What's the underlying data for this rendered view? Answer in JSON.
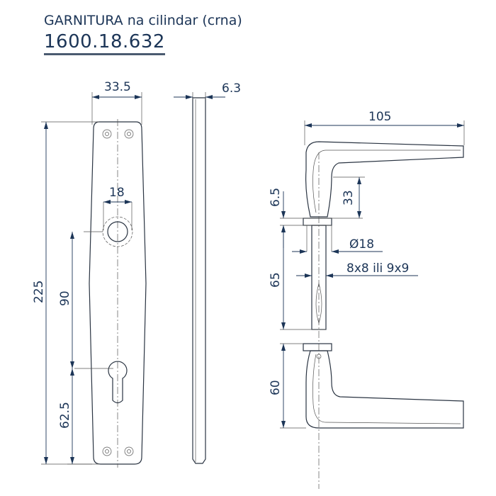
{
  "header": {
    "title": "GARNITURA na cilindar (crna)",
    "code": "1600.18.632"
  },
  "dimensions": {
    "plate_width": "33.5",
    "plate_thickness": "6.3",
    "rose_diameter": "18",
    "plate_height": "225",
    "spindle_to_cylinder": "90",
    "cylinder_to_bottom": "62.5",
    "lever_length": "105",
    "lever_height": "33",
    "rose_height": "6.5",
    "spindle_diameter": "Ø18",
    "spindle_square": "8x8 ili 9x9",
    "spindle_length": "65",
    "lever_bottom_height": "60"
  },
  "colors": {
    "ink": "#1c3557"
  }
}
